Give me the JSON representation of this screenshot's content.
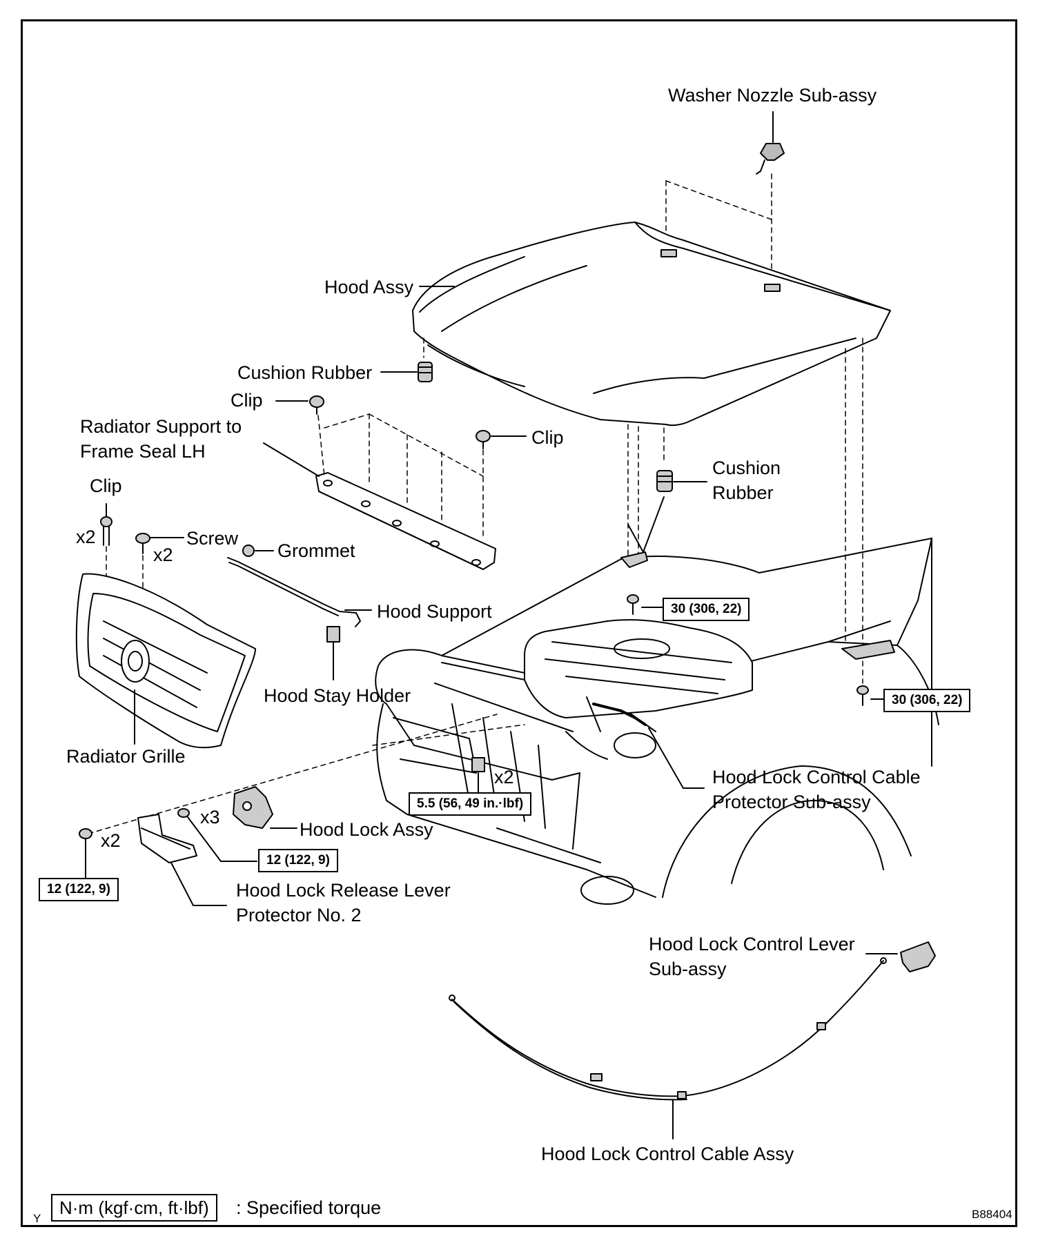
{
  "labels": {
    "washer_nozzle": "Washer Nozzle Sub-assy",
    "hood_assy": "Hood Assy",
    "cushion_rubber_top": "Cushion Rubber",
    "clip_top": "Clip",
    "radiator_support_seal": [
      "Radiator Support to",
      "Frame Seal LH"
    ],
    "clip_right": "Clip",
    "clip_left": "Clip",
    "cushion_rubber_right": [
      "Cushion",
      "Rubber"
    ],
    "screw": "Screw",
    "grommet": "Grommet",
    "hood_support": "Hood Support",
    "hood_stay_holder": "Hood Stay Holder",
    "radiator_grille": "Radiator Grille",
    "hood_lock_cable_protector": [
      "Hood Lock Control Cable",
      "Protector  Sub-assy"
    ],
    "hood_lock_assy": "Hood Lock Assy",
    "hood_lock_release_protector": [
      "Hood Lock Release Lever",
      "Protector No. 2"
    ],
    "hood_lock_control_lever": [
      "Hood Lock Control Lever",
      "Sub-assy"
    ],
    "hood_lock_control_cable_assy": "Hood Lock Control Cable Assy"
  },
  "quantities": {
    "clip_left": "x2",
    "screw": "x2",
    "radiator_bolts": "x2",
    "hood_lock_bolts": "x3",
    "release_lever_bolts": "x2"
  },
  "torques": {
    "hinge_left": "30 (306, 22)",
    "hinge_right": "30 (306, 22)",
    "radiator_support": "5.5 (56, 49 in.·lbf)",
    "hood_lock": "12 (122, 9)",
    "release_lever": "12 (122, 9)"
  },
  "legend": {
    "marker": "Y",
    "unit_box": "N·m (kgf·cm, ft·lbf)",
    "description": ": Specified torque"
  },
  "figure_code": "B88404"
}
